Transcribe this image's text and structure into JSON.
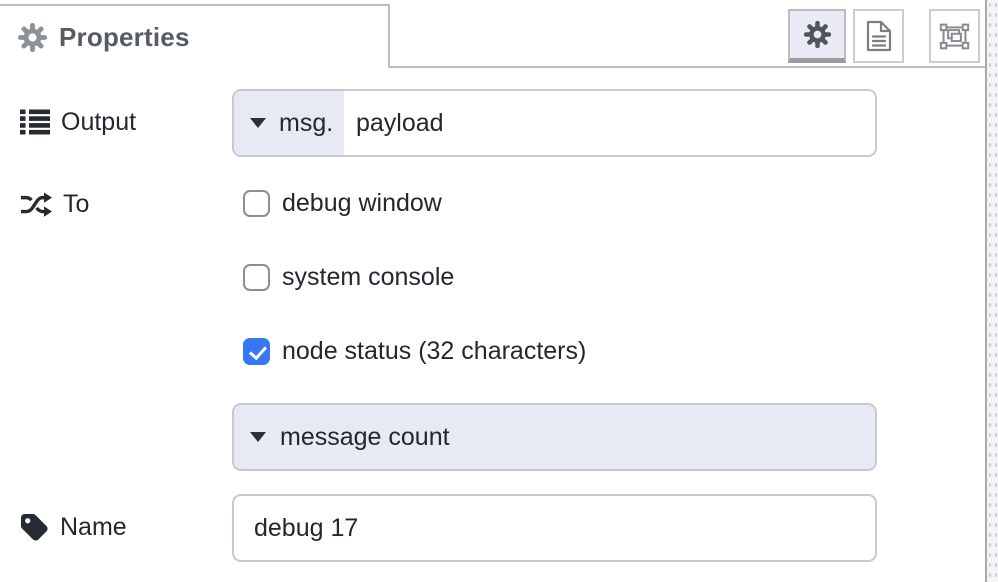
{
  "colors": {
    "accent_lavender": "#e7e9f4",
    "checkbox_blue": "#3577f5",
    "input_border": "#c9c9d2",
    "tab_border": "#bcbcc2",
    "active_tab_underline": "#9a9aa2"
  },
  "header": {
    "tab_title": "Properties",
    "toolbar": [
      {
        "id": "properties",
        "icon": "gear-icon",
        "active": true
      },
      {
        "id": "description",
        "icon": "document-icon",
        "active": false
      },
      {
        "id": "appearance",
        "icon": "appearance-icon",
        "active": false
      }
    ]
  },
  "form": {
    "output": {
      "label": "Output",
      "prop_type": "msg.",
      "value": "payload"
    },
    "to": {
      "label": "To",
      "options": [
        {
          "label": "debug window",
          "checked": false
        },
        {
          "label": "system console",
          "checked": false
        },
        {
          "label": "node status (32 characters)",
          "checked": true
        }
      ]
    },
    "status_display": {
      "value": "message count"
    },
    "name": {
      "label": "Name",
      "value": "debug 17"
    }
  }
}
